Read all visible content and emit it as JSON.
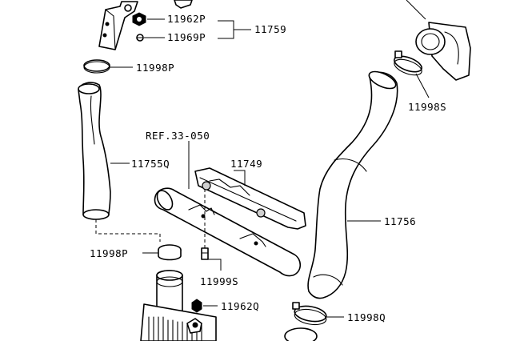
{
  "labels": {
    "p11962p": "11962P",
    "p11969p": "11969P",
    "p11759": "11759",
    "p11998p_top": "11998P",
    "p11998s": "11998S",
    "ref": "REF.33-050",
    "p11755q": "11755Q",
    "p11749": "11749",
    "p11756": "11756",
    "p11998p_bottom": "11998P",
    "p11999s": "11999S",
    "p11962q": "11962Q",
    "p11998q": "11998Q"
  }
}
